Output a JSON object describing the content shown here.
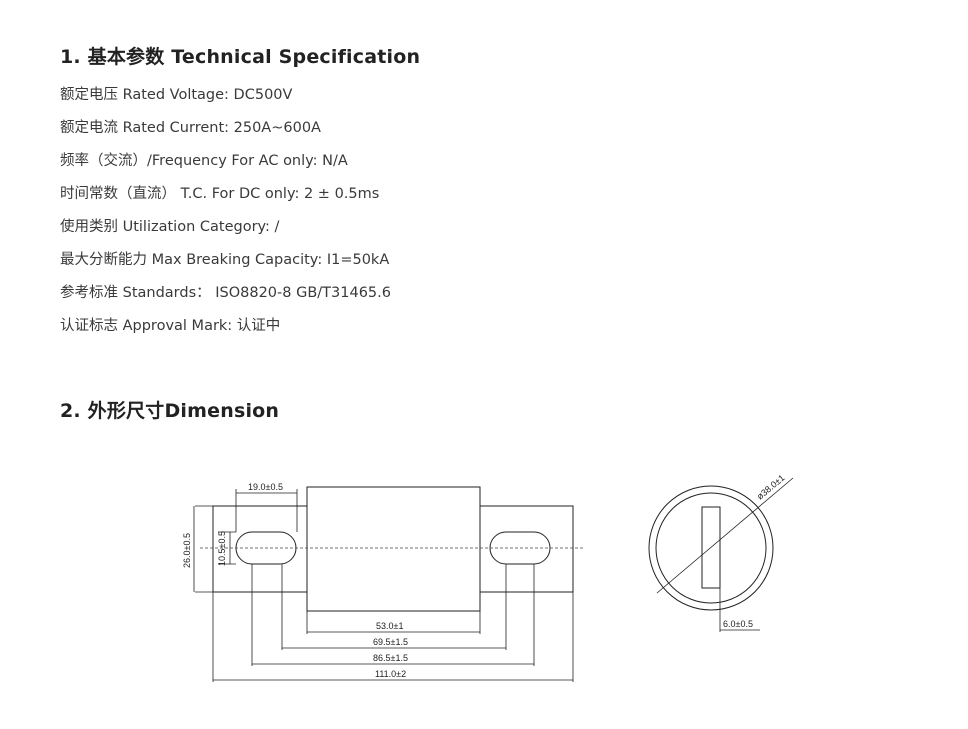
{
  "section1": {
    "title": "1. 基本参数 Technical Specification",
    "specs": [
      "额定电压 Rated Voltage: DC500V",
      "额定电流 Rated Current: 250A~600A",
      "频率（交流）/Frequency For AC only: N/A",
      "时间常数（直流） T.C. For DC only: 2 ± 0.5ms",
      "使用类别 Utilization Category: /",
      "最大分断能力 Max Breaking Capacity:   I1=50kA",
      "参考标准 Standards： ISO8820-8  GB/T31465.6",
      "认证标志 Approval Mark: 认证中"
    ]
  },
  "section2": {
    "title": "2. 外形尺寸Dimension"
  },
  "drawing": {
    "dims": {
      "tab_width": "19.0±0.5",
      "height": "26.0±0.5",
      "slot_height": "10.5±0.5",
      "body_length": "53.0±1",
      "inner_hole_span": "69.5±1.5",
      "outer_hole_span": "86.5±1.5",
      "total_length": "111.0±2",
      "diameter": "ø38.0±1",
      "blade_thickness": "6.0±0.5"
    }
  }
}
